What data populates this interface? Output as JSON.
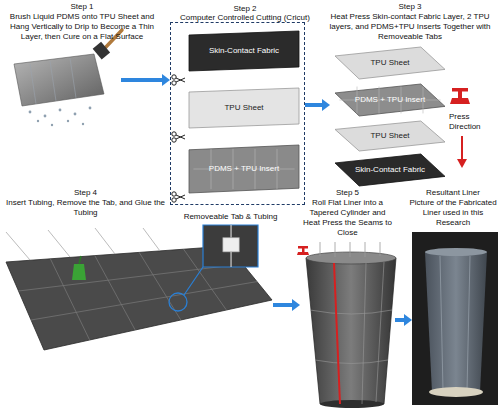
{
  "diagram": {
    "nodes": [
      {
        "text": [
          "Step 1",
          "Brush Liquid PDMS onto TPU Sheet and Hang Vertically to Drip to Become a Thin Layer, then Cure on a Flat Surface"
        ]
      },
      {
        "text": [
          "Step 2",
          "Computer Controlled Cutting (Cricut)"
        ]
      },
      {
        "text": [
          "Skin-Contact Fabric"
        ],
        "in": 1
      },
      {
        "text": [
          "TPU Sheet"
        ],
        "in": 1
      },
      {
        "text": [
          "PDMS + TPU Insert"
        ],
        "in": 1
      },
      {
        "text": [
          "Step 3",
          "Heat Press Skin-contact Fabric Layer, 2 TPU layers, and PDMS+TPU Inserts Together with Removeable Tabs"
        ]
      },
      {
        "text": [
          "TPU Sheet"
        ],
        "in": 5
      },
      {
        "text": [
          "PDMS + TPU Insert"
        ],
        "in": 5
      },
      {
        "text": [
          "TPU Sheet"
        ],
        "in": 5
      },
      {
        "text": [
          "Skin-Contact Fabric"
        ],
        "in": 5
      },
      {
        "text": [
          "Step 4",
          "Insert Tubing, Remove the Tab, and Glue the Tubing"
        ]
      },
      {
        "text": [
          "Removeable Tab & Tubing"
        ],
        "in": 10
      },
      {
        "text": [
          "Step 5",
          "Roll Flat Liner into a Tapered Cylinder and Heat Press the Seams to Close"
        ]
      },
      {
        "text": [
          "Resultant Liner",
          "Picture of the Fabricated Liner used in this Research"
        ]
      }
    ],
    "edges": [
      {
        "from": 0,
        "to": 1,
        "arrow": "to"
      },
      {
        "from": 1,
        "to": 5,
        "arrow": "to"
      },
      {
        "from": 10,
        "to": 12,
        "arrow": "to"
      },
      {
        "from": 12,
        "to": 13,
        "arrow": "to"
      }
    ],
    "labels": [
      "Press Direction"
    ]
  }
}
